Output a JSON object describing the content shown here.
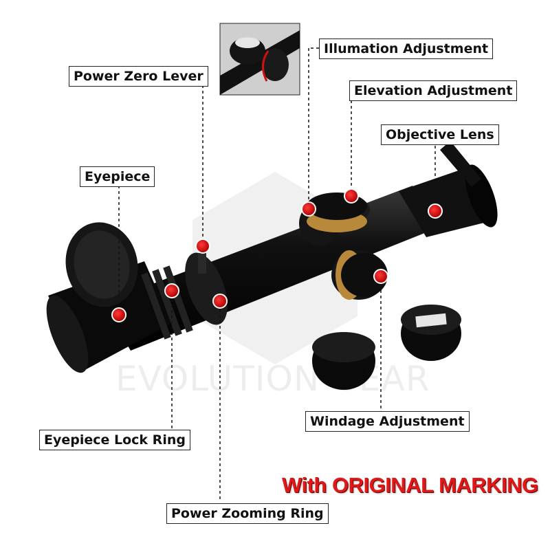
{
  "callouts": {
    "illumination": "Illumation Adjustment",
    "power_zero": "Power Zero Lever",
    "elevation": "Elevation Adjustment",
    "objective": "Objective Lens",
    "eyepiece": "Eyepiece",
    "eyepiece_lock": "Eyepiece Lock Ring",
    "windage": "Windage Adjustment",
    "power_zoom": "Power Zooming Ring"
  },
  "watermark": "EVOLUTION GEAR",
  "banner": "With ORIGINAL MARKING",
  "colors": {
    "marker": "#cc0000",
    "banner": "#e01818",
    "scope_body": "#0d0d0d",
    "turret_ring": "#b8893a"
  }
}
